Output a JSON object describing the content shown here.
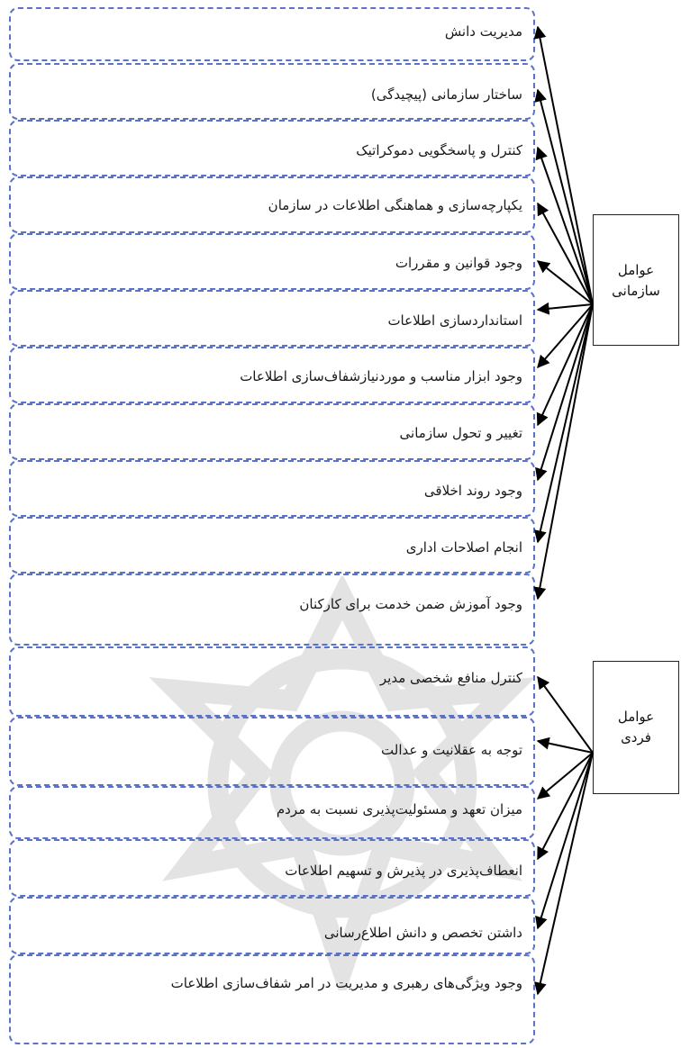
{
  "categories": {
    "organizational": {
      "label": "عوامل\nسازمانی"
    },
    "individual": {
      "label": "عوامل\nفردی"
    }
  },
  "organizational_factors": [
    "مدیریت دانش",
    "ساختار سازمانی (پیچیدگی)",
    "کنترل و پاسخگویی دموکراتیک",
    "یکپارچه‌سازی و هماهنگی اطلاعات در سازمان",
    "وجود قوانین و مقررات",
    "استانداردسازی اطلاعات",
    "وجود ابزار مناسب و موردنیازشفاف‌سازی اطلاعات",
    "تغییر و تحول سازمانی",
    "وجود روند اخلاقی",
    "انجام اصلاحات اداری",
    "وجود آموزش ضمن خدمت برای کارکنان"
  ],
  "individual_factors": [
    "کنترل منافع شخصی مدیر",
    "توجه به عقلانیت و عدالت",
    "میزان تعهد و مسئولیت‌پذیری نسبت به مردم",
    "انعطاف‌پذیری در پذیرش و تسهیم اطلاعات",
    "داشتن تخصص و دانش اطلاع‌رسانی",
    "وجود ویژگی‌های رهبری و مدیریت در امر شفاف‌سازی اطلاعات"
  ],
  "colors": {
    "dashed_border": "#5a73c8",
    "arrow": "#000000"
  }
}
